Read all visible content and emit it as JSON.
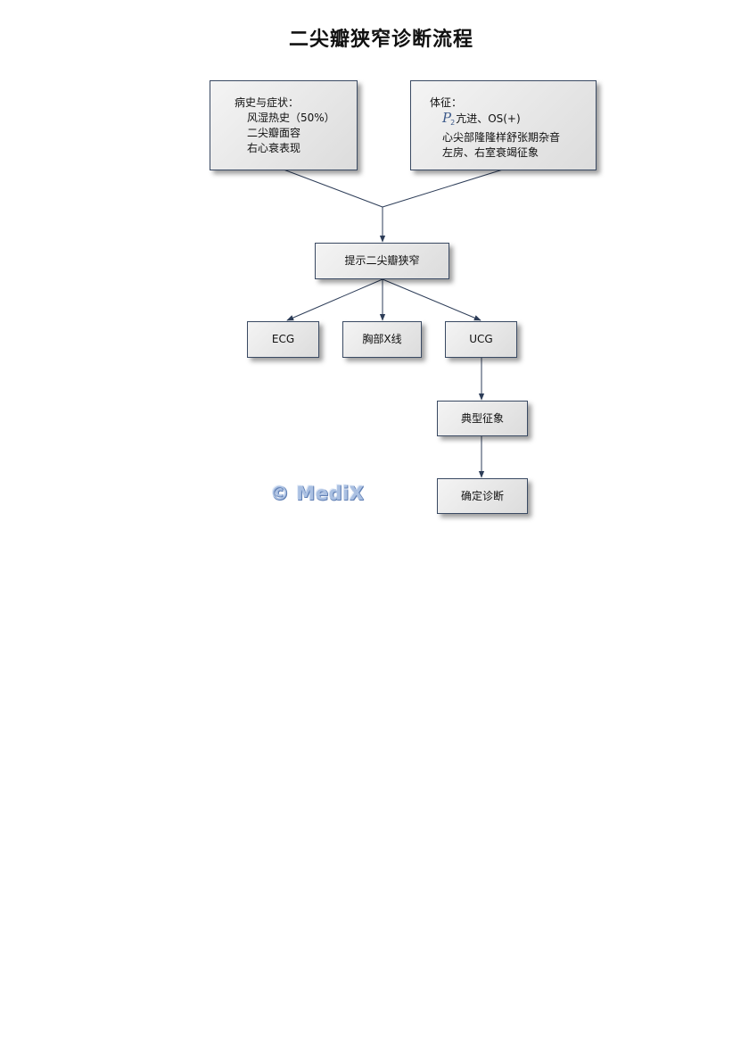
{
  "title": "二尖瓣狭窄诊断流程",
  "history_box": {
    "heading": "病史与症状：",
    "items": [
      "风湿热史（50%）",
      "二尖瓣面容",
      "右心衰表现"
    ]
  },
  "signs_box": {
    "heading": "体征：",
    "p2_letter": "P",
    "p2_subscript": "2",
    "item1_rest": "亢进、OS(+)",
    "item2": "心尖部隆隆样舒张期杂音",
    "item3": "左房、右室衰竭征象"
  },
  "suggest_box": "提示二尖瓣狭窄",
  "ecg_box": "ECG",
  "xray_box": "胸部X线",
  "ucg_box": "UCG",
  "typical_box": "典型征象",
  "diagnosis_box": "确定诊断",
  "watermark": "© MediX",
  "colors": {
    "connector": "#2d3d58",
    "box_border": "#3a4a63",
    "watermark": "#aac0e2"
  }
}
